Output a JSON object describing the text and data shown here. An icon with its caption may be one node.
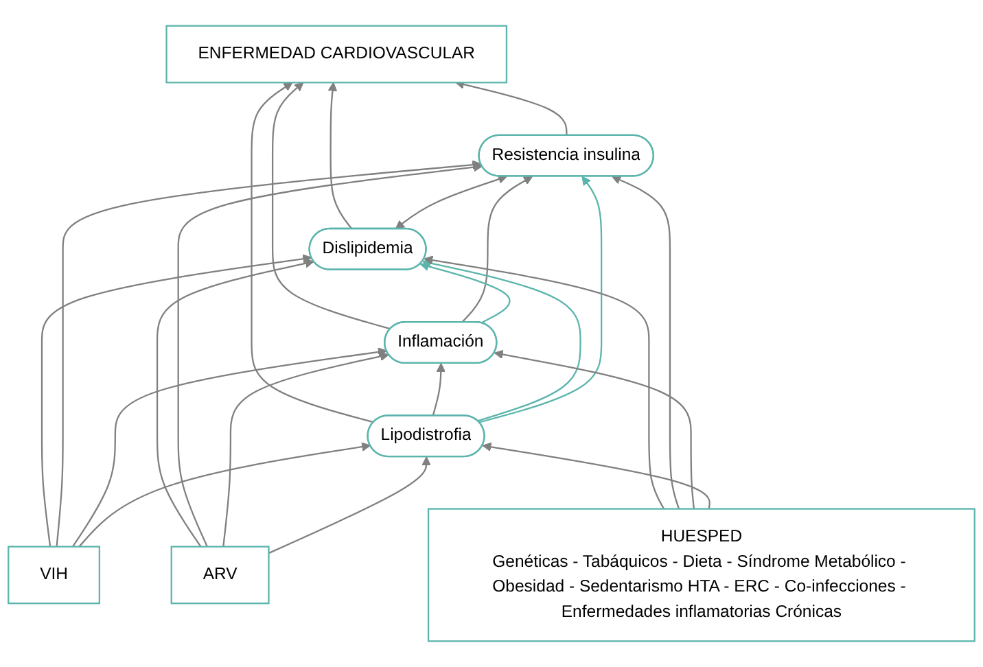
{
  "diagram": {
    "nodes": [
      {
        "text": [
          "ENFERMEDAD CARDIOVASCULAR"
        ]
      },
      {
        "text": [
          "Dislipidemia"
        ]
      },
      {
        "text": [
          "Resistencia insulina"
        ]
      },
      {
        "text": [
          "Inflamación"
        ]
      },
      {
        "text": [
          "Lipodistrofia"
        ]
      },
      {
        "text": [
          "VIH"
        ]
      },
      {
        "text": [
          "ARV"
        ]
      },
      {
        "text": [
          "HUESPED",
          "Genéticas - Tabáquicos - Dieta - Síndrome Metabólico - Obesidad - Sedentarismo HTA - ERC - Co-infecciones - Enfermedades inflamatorias Crónicas"
        ]
      }
    ],
    "edges": [
      {
        "from": 1,
        "to": 0,
        "arrow": "to"
      },
      {
        "from": 2,
        "to": 0,
        "arrow": "to"
      },
      {
        "from": 3,
        "to": 0,
        "arrow": "to"
      },
      {
        "from": 4,
        "to": 0,
        "arrow": "to"
      },
      {
        "from": 1,
        "to": 2,
        "arrow": "both"
      },
      {
        "from": 3,
        "to": 2,
        "arrow": "to"
      },
      {
        "from": 4,
        "to": 3,
        "arrow": "to"
      },
      {
        "from": 3,
        "to": 1,
        "arrow": "to",
        "color": "#5bb5ac"
      },
      {
        "from": 4,
        "to": 1,
        "arrow": "to",
        "color": "#5bb5ac"
      },
      {
        "from": 4,
        "to": 2,
        "arrow": "to",
        "color": "#5bb5ac"
      },
      {
        "from": 5,
        "to": 1,
        "arrow": "to"
      },
      {
        "from": 5,
        "to": 2,
        "arrow": "to"
      },
      {
        "from": 5,
        "to": 3,
        "arrow": "to"
      },
      {
        "from": 5,
        "to": 4,
        "arrow": "to"
      },
      {
        "from": 6,
        "to": 1,
        "arrow": "to"
      },
      {
        "from": 6,
        "to": 2,
        "arrow": "to"
      },
      {
        "from": 6,
        "to": 3,
        "arrow": "to"
      },
      {
        "from": 6,
        "to": 4,
        "arrow": "to"
      },
      {
        "from": 7,
        "to": 1,
        "arrow": "to"
      },
      {
        "from": 7,
        "to": 2,
        "arrow": "to"
      },
      {
        "from": 7,
        "to": 3,
        "arrow": "to"
      },
      {
        "from": 7,
        "to": 4,
        "arrow": "to"
      }
    ]
  }
}
